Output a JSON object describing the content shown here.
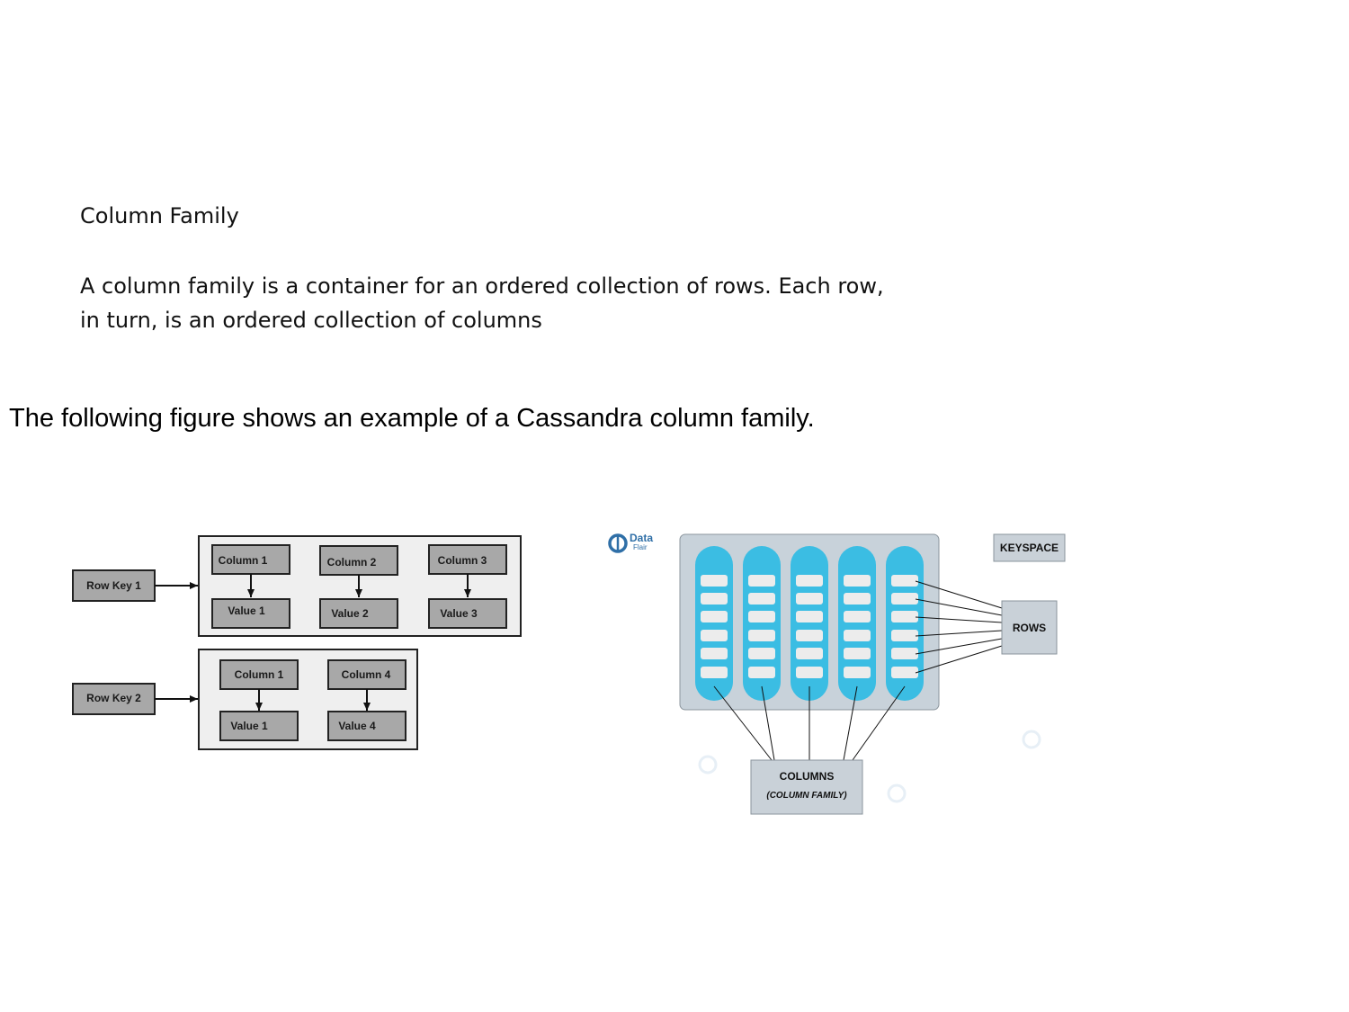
{
  "section": {
    "heading": "Column Family",
    "paragraph_lines": [
      "A column family is a container for an ordered collection of rows. Each row,",
      "in turn, is an ordered collection of columns"
    ],
    "intro": "The following figure shows an example of a Cassandra column family."
  },
  "left_figure": {
    "rows": [
      {
        "key": "Row  Key 1",
        "columns": [
          {
            "name": "Column 1",
            "value": "Value 1"
          },
          {
            "name": "Column 2",
            "value": "Value 2"
          },
          {
            "name": "Column 3",
            "value": "Value 3"
          }
        ]
      },
      {
        "key": "Row  Key 2",
        "columns": [
          {
            "name": "Column 1",
            "value": "Value 1"
          },
          {
            "name": "Column 4",
            "value": "Value 4"
          }
        ]
      }
    ]
  },
  "right_figure": {
    "logo_text_top": "Data",
    "logo_text_bottom": "Flair",
    "keyspace_label": "KEYSPACE",
    "rows_label": "ROWS",
    "columns_label": "COLUMNS",
    "column_family_label": "(COLUMN FAMILY)",
    "colors": {
      "pill": "#3bbde3",
      "panel": "#c8d2da",
      "label_box": "#c9d1d8",
      "slot": "#ececec"
    }
  }
}
